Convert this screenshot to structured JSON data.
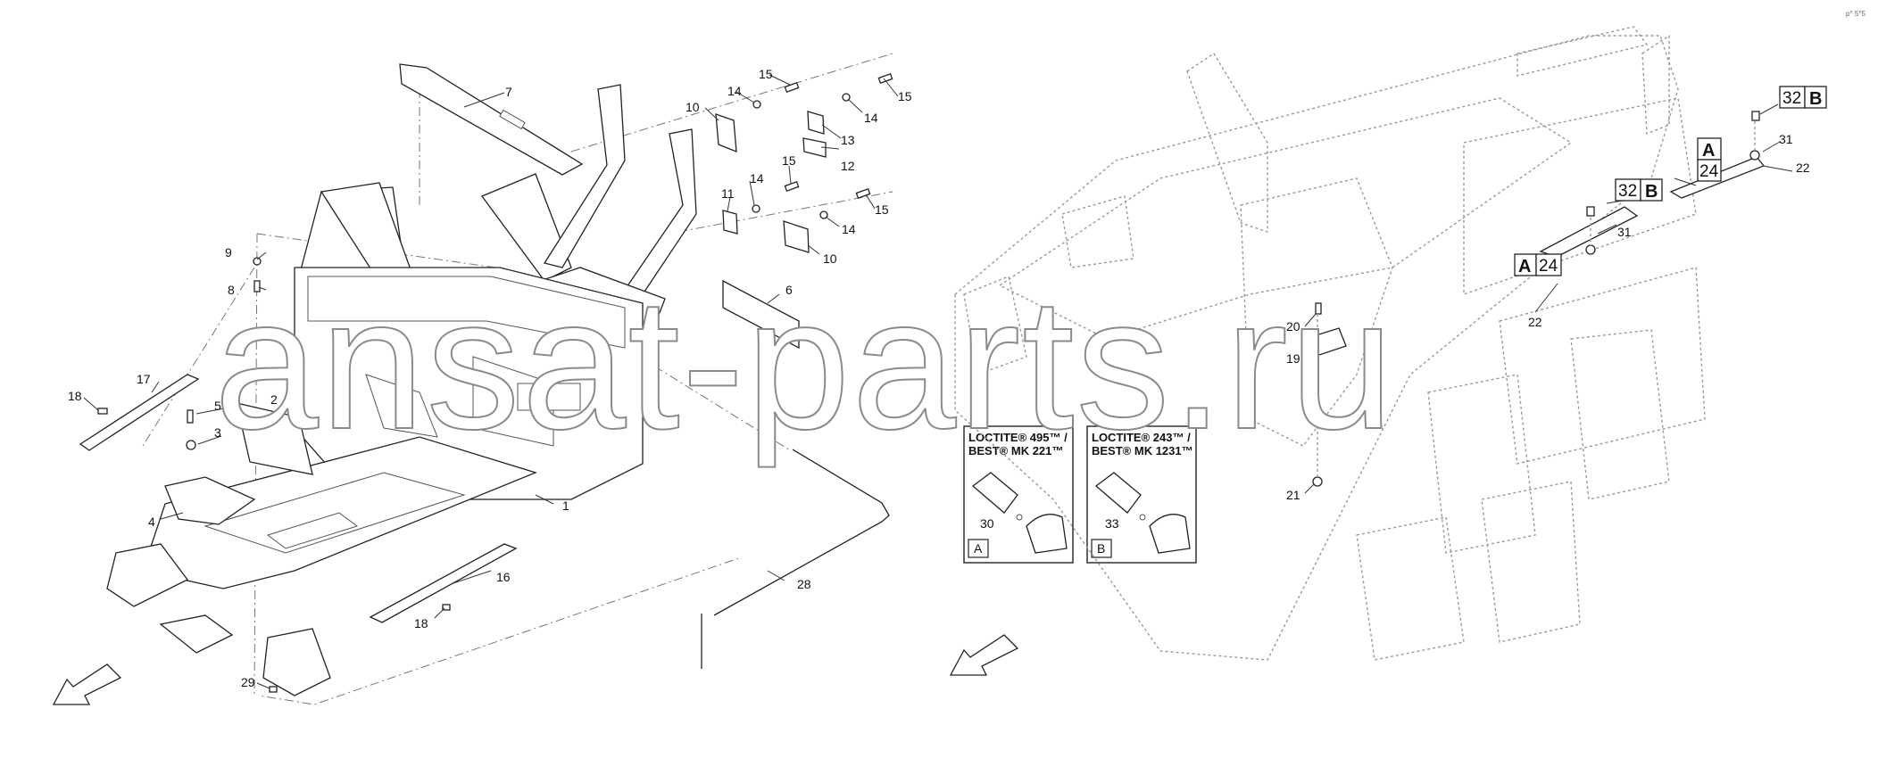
{
  "watermark": "ansat-parts.ru",
  "corner_mark": "p° 5°5",
  "callouts_left": [
    {
      "id": "c1",
      "text": "1"
    },
    {
      "id": "c2",
      "text": "2"
    },
    {
      "id": "c3",
      "text": "3"
    },
    {
      "id": "c4",
      "text": "4"
    },
    {
      "id": "c5",
      "text": "5"
    },
    {
      "id": "c6",
      "text": "6"
    },
    {
      "id": "c7",
      "text": "7"
    },
    {
      "id": "c8",
      "text": "8"
    },
    {
      "id": "c9",
      "text": "9"
    },
    {
      "id": "c10a",
      "text": "10"
    },
    {
      "id": "c10b",
      "text": "10"
    },
    {
      "id": "c11",
      "text": "11"
    },
    {
      "id": "c12",
      "text": "12"
    },
    {
      "id": "c13",
      "text": "13"
    },
    {
      "id": "c14a",
      "text": "14"
    },
    {
      "id": "c14b",
      "text": "14"
    },
    {
      "id": "c14c",
      "text": "14"
    },
    {
      "id": "c14d",
      "text": "14"
    },
    {
      "id": "c15a",
      "text": "15"
    },
    {
      "id": "c15b",
      "text": "15"
    },
    {
      "id": "c15c",
      "text": "15"
    },
    {
      "id": "c15d",
      "text": "15"
    },
    {
      "id": "c16",
      "text": "16"
    },
    {
      "id": "c17",
      "text": "17"
    },
    {
      "id": "c18a",
      "text": "18"
    },
    {
      "id": "c18b",
      "text": "18"
    },
    {
      "id": "c28",
      "text": "28"
    },
    {
      "id": "c29",
      "text": "29"
    }
  ],
  "callouts_right": [
    {
      "id": "c19",
      "text": "19"
    },
    {
      "id": "c20",
      "text": "20"
    },
    {
      "id": "c21",
      "text": "21"
    },
    {
      "id": "c22a",
      "text": "22"
    },
    {
      "id": "c22b",
      "text": "22"
    },
    {
      "id": "c31a",
      "text": "31"
    },
    {
      "id": "c31b",
      "text": "31"
    }
  ],
  "boxed_refs": {
    "ref32B_top": {
      "num": "32",
      "letter": "B"
    },
    "ref32B_mid": {
      "num": "32",
      "letter": "B"
    },
    "refA24_top": {
      "letter": "A",
      "num": "24"
    },
    "refA24_mid": {
      "letter": "A",
      "num": "24"
    }
  },
  "adhesives": [
    {
      "line1": "LOCTITE® 495™ /",
      "line2": "BEST® MK 221™",
      "part": "30",
      "key": "A"
    },
    {
      "line1": "LOCTITE® 243™ /",
      "line2": "BEST® MK 1231™",
      "part": "33",
      "key": "B"
    }
  ],
  "colors": {
    "line": "#222222",
    "ghost": "#999999",
    "watermark_stroke": "#8a8a8a",
    "background": "#ffffff"
  }
}
